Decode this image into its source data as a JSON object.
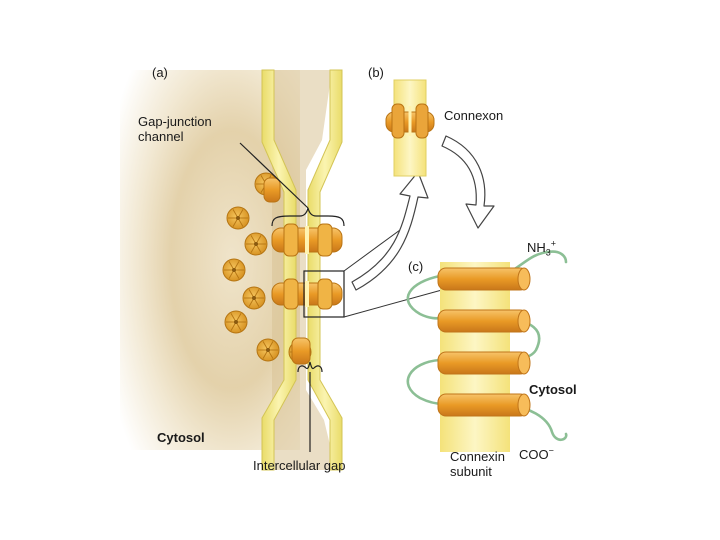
{
  "panels": {
    "a": "(a)",
    "b": "(b)",
    "c": "(c)"
  },
  "labels": {
    "gap_junction_line1": "Gap-junction",
    "gap_junction_line2": "channel",
    "cytosol_left": "Cytosol",
    "intercellular_gap": "Intercellular gap",
    "connexon": "Connexon",
    "nh3": "NH",
    "nh3_sub": "3",
    "nh3_sup": "+",
    "cytosol_right": "Cytosol",
    "connexin_line1": "Connexin",
    "connexin_line2": "subunit",
    "coo": "COO",
    "coo_sup": "−"
  },
  "colors": {
    "membrane": "#f2e98a",
    "membrane_edge": "#d9cf5e",
    "cytoplasm": "#dcc79c",
    "connexon": "#e6a92e",
    "connexon_dark": "#b97d14",
    "helix": "#f0a03a",
    "helix_dark": "#c8761c",
    "loop": "#8cbf95"
  }
}
